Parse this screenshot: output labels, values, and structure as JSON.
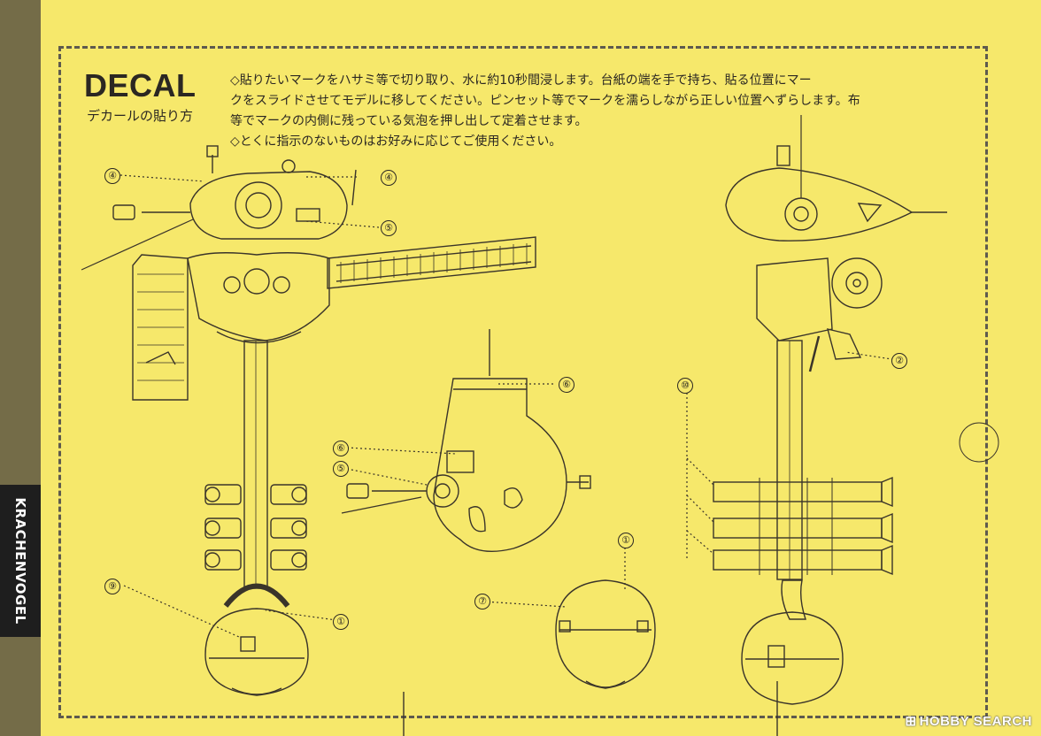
{
  "side_tab": {
    "label": "KRACHENVOGEL"
  },
  "header": {
    "title": "DECAL",
    "subtitle": "デカールの貼り方"
  },
  "instructions": [
    "◇貼りたいマークをハサミ等で切り取り、水に約10秒間浸します。台紙の端を手で持ち、貼る位置にマー",
    "クをスライドさせてモデルに移してください。ピンセット等でマークを濡らしながら正しい位置へずらします。布",
    "等でマークの内側に残っている気泡を押し出して定着させます。",
    "◇とくに指示のないものはお好みに応じてご使用ください。"
  ],
  "callouts": {
    "c1": "①",
    "c2": "②",
    "c4": "④",
    "c5": "⑤",
    "c6": "⑥",
    "c7": "⑦",
    "c9": "⑨",
    "c10": "⑩"
  },
  "watermark": {
    "mark": "⊞",
    "text": "HOBBY SEARCH"
  },
  "colors": {
    "paper": "#f6e86b",
    "side_band": "#746c48",
    "tab": "#1e1e1e",
    "ink": "#2b2722"
  }
}
